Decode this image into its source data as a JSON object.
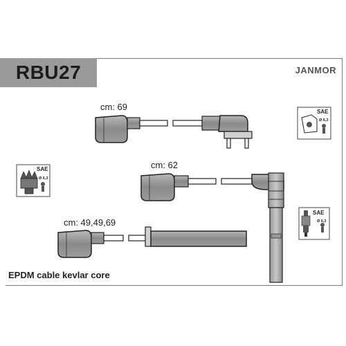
{
  "product": {
    "code": "RBU27",
    "brand": "JANMOR"
  },
  "leads": [
    {
      "length_label": "cm: 69"
    },
    {
      "length_label": "cm: 62"
    },
    {
      "length_label": "cm: 49,49,69"
    }
  ],
  "footer": "EPDM cable kevlar core",
  "badges": {
    "distributor": {
      "sae": "SAE",
      "size": "Ø 6,3"
    },
    "coil": {
      "sae": "SAE",
      "size": "Ø 6,3"
    },
    "spark_plug": {
      "sae": "SAE",
      "size": "Ø 6,3"
    }
  }
}
